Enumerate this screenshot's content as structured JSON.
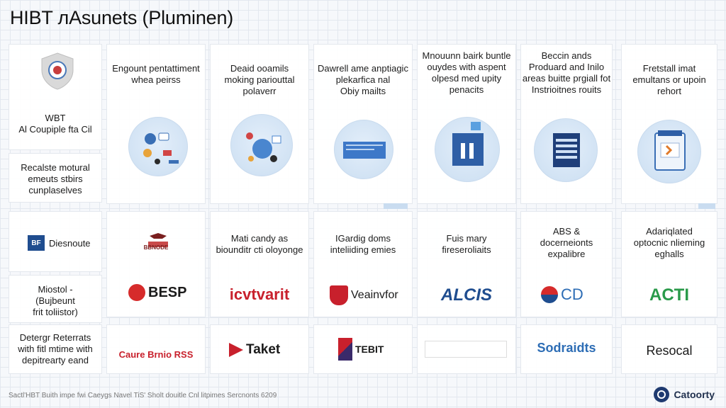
{
  "title": "HIBT лAsunets (Pluminen)",
  "sidebar": {
    "top_label": "WBT\nAl Coupiple fta Cil",
    "mid_label": "Recalste motural\nemeuts stbirs\ncunplaselves",
    "logo_label": "Diesnoute",
    "lower_label": "Miostol -\n(Bujbeunt\nfrit toliistor)",
    "bottom_label": "Detergr Reterrats\nwith fitl mtime with\ndepitrearty eand"
  },
  "cards": [
    {
      "text": "Engount pentattiment\nwhea peirss"
    },
    {
      "text": "Deaid ooamils\nmoking pariouttal\npolaverr"
    },
    {
      "text": "Dawrell ame anptiagic\nplekarfica nal\nObiy mailts"
    },
    {
      "text": "Mnouunn bairk buntle\nouydes with aspent\nolpesd med upity\npenacits"
    },
    {
      "text": "Beccin ands\nProduard and Inilo\nareas buitte prgiall fot\nInstrioitnes rouits"
    },
    {
      "text": "Fretstall imat\nemultans or upoin\nrehort"
    }
  ],
  "row2": [
    {
      "text": ""
    },
    {
      "text": "Mati candy as\nbiounditr cti oloyonge"
    },
    {
      "text": "IGardig doms\ninteliiding emies"
    },
    {
      "text": "Fuis mary\nfireseroliaits"
    },
    {
      "text": "ABS &\ndocerneionts\nexpalibre"
    },
    {
      "text": "Adariqlated\noptocnic nlieming\neghalls"
    }
  ],
  "logos_row1": [
    "BESP",
    "icvtvarit",
    "Veainvfor",
    "ALCIS",
    "CD",
    "ACTI"
  ],
  "logos_row2": [
    "Caure Brnio RSS",
    "Taket",
    "TEBIT",
    "",
    "Sodraidts",
    "Resocal"
  ],
  "logo_small": "BBNODE",
  "sidebar_logo_mark": "BF",
  "footnote": "Sactl'HBT Buith impe fwi Caeygs Navel TiS' Sholt douitle Cnl litpimes Sercnonts 6209",
  "brand": {
    "name": "Catoorty"
  },
  "colors": {
    "accent": "#1f3a70",
    "red": "#d62b2b",
    "blue": "#2d6db5"
  }
}
